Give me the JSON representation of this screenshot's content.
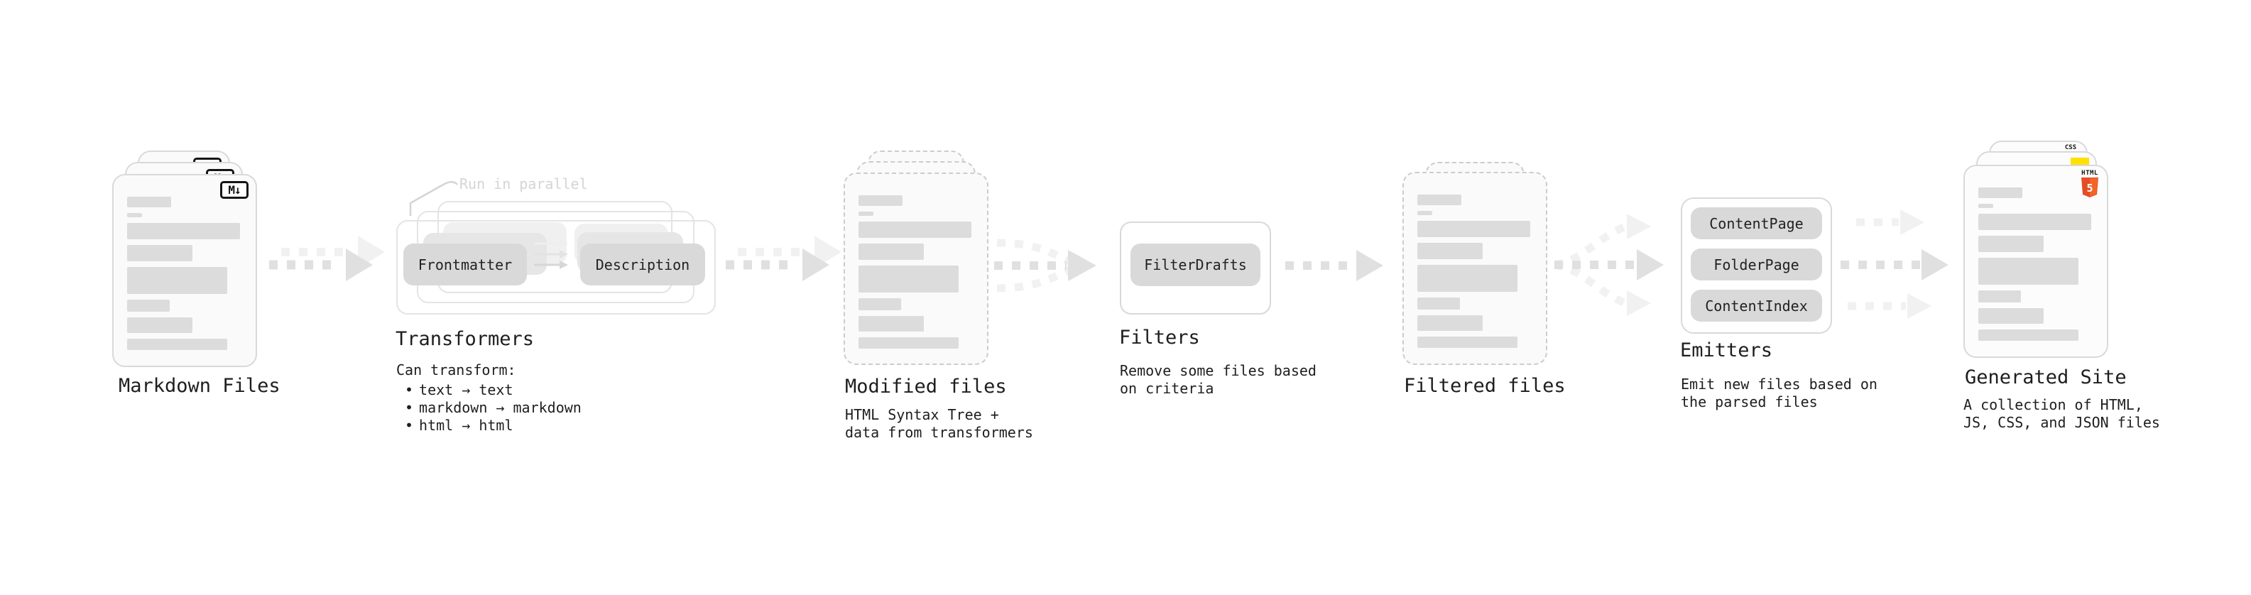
{
  "glyphs": {
    "bullet": "•",
    "markdown_icon": "M↓",
    "html_badge_word": "HTML",
    "html_badge_number": "5",
    "css_badge_word": "CSS"
  },
  "colors": {
    "canvas-bg": "#ffffff",
    "ink": "#1e1e1e",
    "card-bg": "#fafafa",
    "site-card-bg": "#fcfcfc",
    "card-border": "#d9d9d9",
    "dash-border": "#cccccc",
    "bar": "#dcdcdc",
    "pill": "#d9d9d9",
    "pill-mid": "#e6e6e6",
    "pill-back": "#f0f0f0",
    "outline": "#e4e4e4",
    "box-border": "#d9d9d9",
    "faint": "#d4d4d4",
    "arrow": "#e0e0e0",
    "arrow-light": "#f1f1f1",
    "js-yellow": "#ffe000",
    "css-blue": "#2361dd",
    "html-orange": "#e44d26",
    "html-orange-light": "#f16529"
  },
  "nodes": {
    "markdown_files": {
      "label": "Markdown Files"
    },
    "transformers": {
      "label": "Transformers",
      "annotation": "Run in parallel",
      "pill_left": "Frontmatter",
      "pill_right": "Description",
      "desc_title": "Can transform:",
      "bullets": [
        "text → text",
        "markdown → markdown",
        "html → html"
      ]
    },
    "modified_files": {
      "label": "Modified files",
      "desc_lines": [
        "HTML Syntax Tree +",
        "data from transformers"
      ]
    },
    "filters": {
      "label": "Filters",
      "pill": "FilterDrafts",
      "desc_lines": [
        "Remove some files based",
        "on criteria"
      ]
    },
    "filtered_files": {
      "label": "Filtered files"
    },
    "emitters": {
      "label": "Emitters",
      "pills": [
        "ContentPage",
        "FolderPage",
        "ContentIndex"
      ],
      "desc_lines": [
        "Emit new files based on",
        "the parsed files"
      ]
    },
    "generated_site": {
      "label": "Generated Site",
      "desc_lines": [
        "A collection of HTML,",
        "JS, CSS, and JSON files"
      ]
    }
  }
}
